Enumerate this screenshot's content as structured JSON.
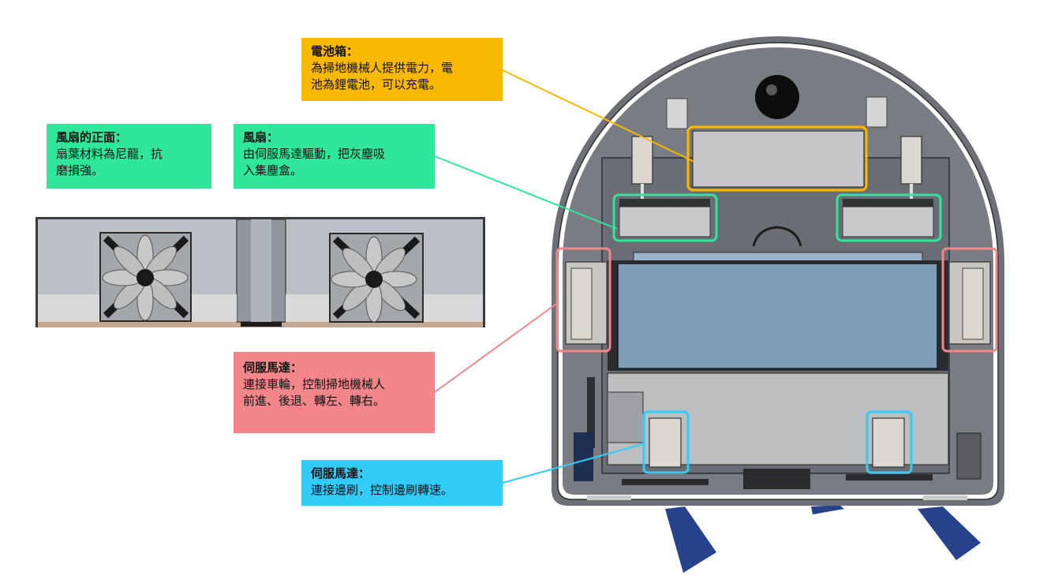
{
  "colors": {
    "battery": "#F9B900",
    "fan": "#2FE69B",
    "wheel_motor": "#F2868A",
    "brush_motor": "#33CCF8",
    "robot_body": "#6E7077",
    "side_brush": "#26428B"
  },
  "callouts": {
    "battery": {
      "title": "電池箱：",
      "desc": "為掃地機械人提供電力，電\n池為鋰電池，可以充電。"
    },
    "fan_front": {
      "title": "風扇的正面：",
      "desc": "扇葉材料為尼龍，抗\n磨損強。"
    },
    "fan": {
      "title": "風扇：",
      "desc": "由伺服馬達驅動，把灰塵吸\n入集塵盒。"
    },
    "wheel_motor": {
      "title": "伺服馬達：",
      "desc": "連接車輪，控制掃地機械人\n前進、後退、轉左、轉右。"
    },
    "brush_motor": {
      "title": "伺服馬達：",
      "desc": "連接邊刷，控制邊刷轉速。"
    }
  }
}
